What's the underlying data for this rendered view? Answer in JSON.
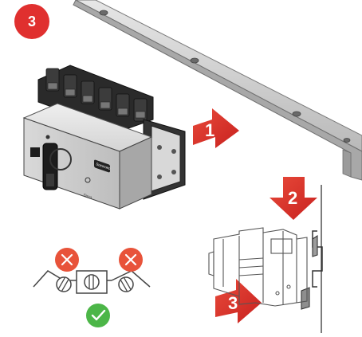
{
  "step_badge": {
    "label": "3",
    "color": "#e0302f"
  },
  "arrows": [
    {
      "label": "1",
      "icon": "push-arrow-icon"
    },
    {
      "label": "2",
      "icon": "down-arrow-icon"
    },
    {
      "label": "3",
      "icon": "push-arrow-icon"
    }
  ],
  "device": {
    "brand_label": "Socomec",
    "product_label": "Sirco"
  },
  "handle_positions": [
    {
      "status": "invalid",
      "icon": "x-mark-icon"
    },
    {
      "status": "valid",
      "icon": "check-mark-icon"
    },
    {
      "status": "invalid",
      "icon": "x-mark-icon"
    }
  ],
  "colors": {
    "accent": "#e0302f",
    "invalid": "#e8533a",
    "valid": "#4cb648",
    "line": "#4a4a4a",
    "rail": "#c9c9c9"
  }
}
